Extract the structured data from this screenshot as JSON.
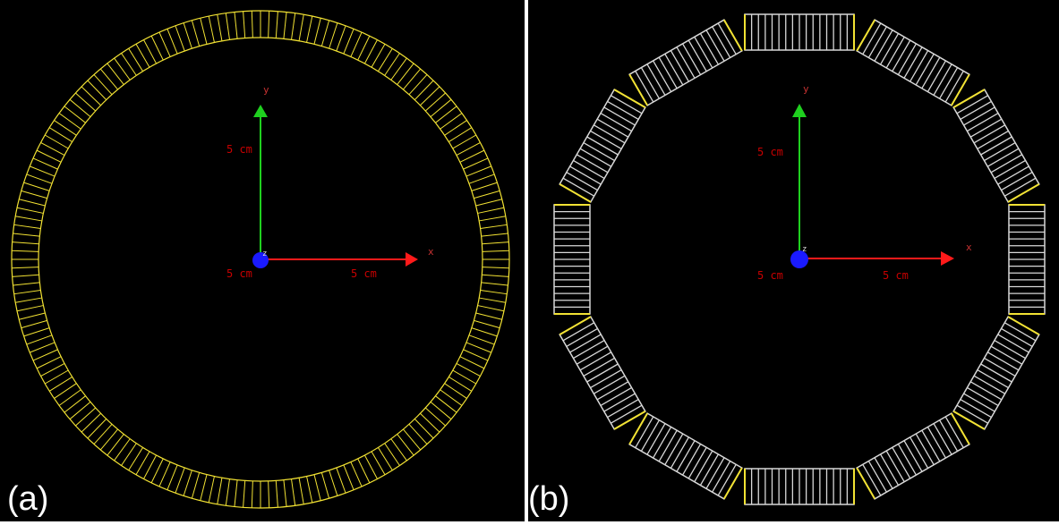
{
  "panels": [
    {
      "id": "a",
      "label": "(a)",
      "geometry": "ring",
      "detector_color": "#f2e233",
      "segments": 180,
      "axes": {
        "x_label": "x",
        "y_label": "y",
        "z_label": "z",
        "scale_y": "5 cm",
        "scale_x": "5 cm",
        "scale_origin": "5 cm",
        "x_color": "#ff1a1a",
        "y_color": "#1fd01f",
        "origin_color": "#1a1aff"
      }
    },
    {
      "id": "b",
      "label": "(b)",
      "geometry": "polygon",
      "module_count": 12,
      "strips_per_module": 16,
      "strip_color": "#d8d8d8",
      "end_color": "#f2e233",
      "axes": {
        "x_label": "x",
        "y_label": "y",
        "z_label": "z",
        "scale_y": "5 cm",
        "scale_x": "5 cm",
        "scale_origin": "5 cm",
        "x_color": "#ff1a1a",
        "y_color": "#1fd01f",
        "origin_color": "#1a1aff"
      }
    }
  ]
}
